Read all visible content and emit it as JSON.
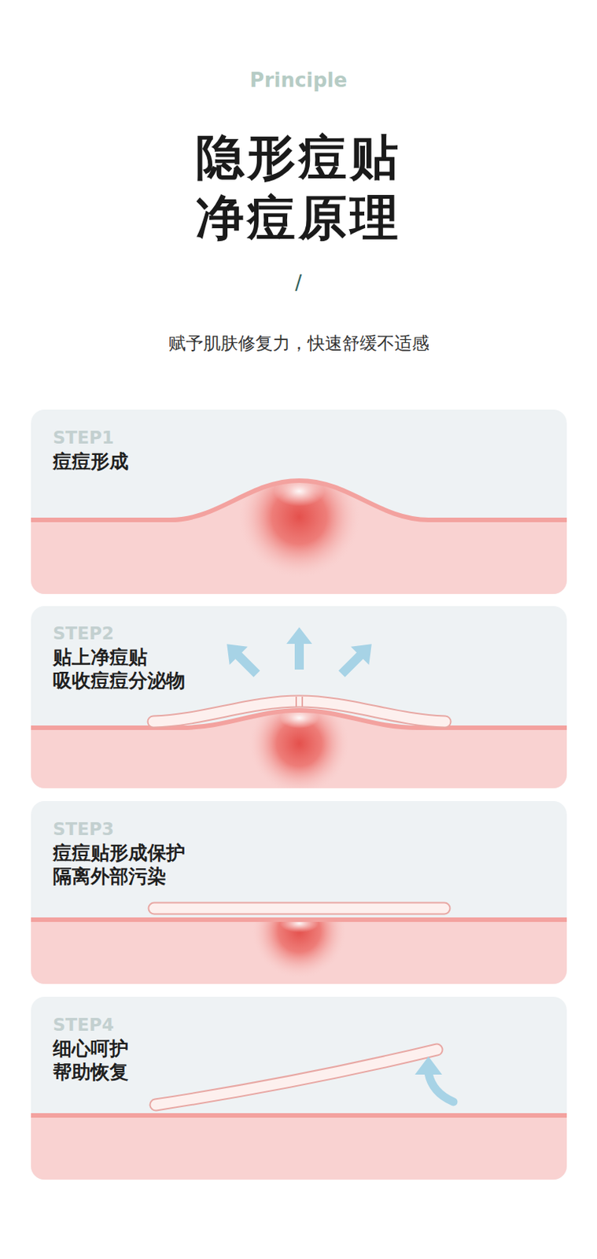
{
  "diagram": {
    "title": "隐形痘贴 净痘原理",
    "nodes": [
      {
        "text": [
          "STEP1",
          "痘痘形成"
        ]
      },
      {
        "text": [
          "STEP2",
          "贴上净痘贴 吸收痘痘分泌物"
        ]
      },
      {
        "text": [
          "STEP3",
          "痘痘贴形成保护 隔离外部污染"
        ]
      },
      {
        "text": [
          "STEP4",
          "细心呵护 帮助恢复"
        ]
      }
    ],
    "labels": [
      "Principle",
      "/",
      "赋予肌肤修复力，快速舒缓不适感"
    ]
  }
}
